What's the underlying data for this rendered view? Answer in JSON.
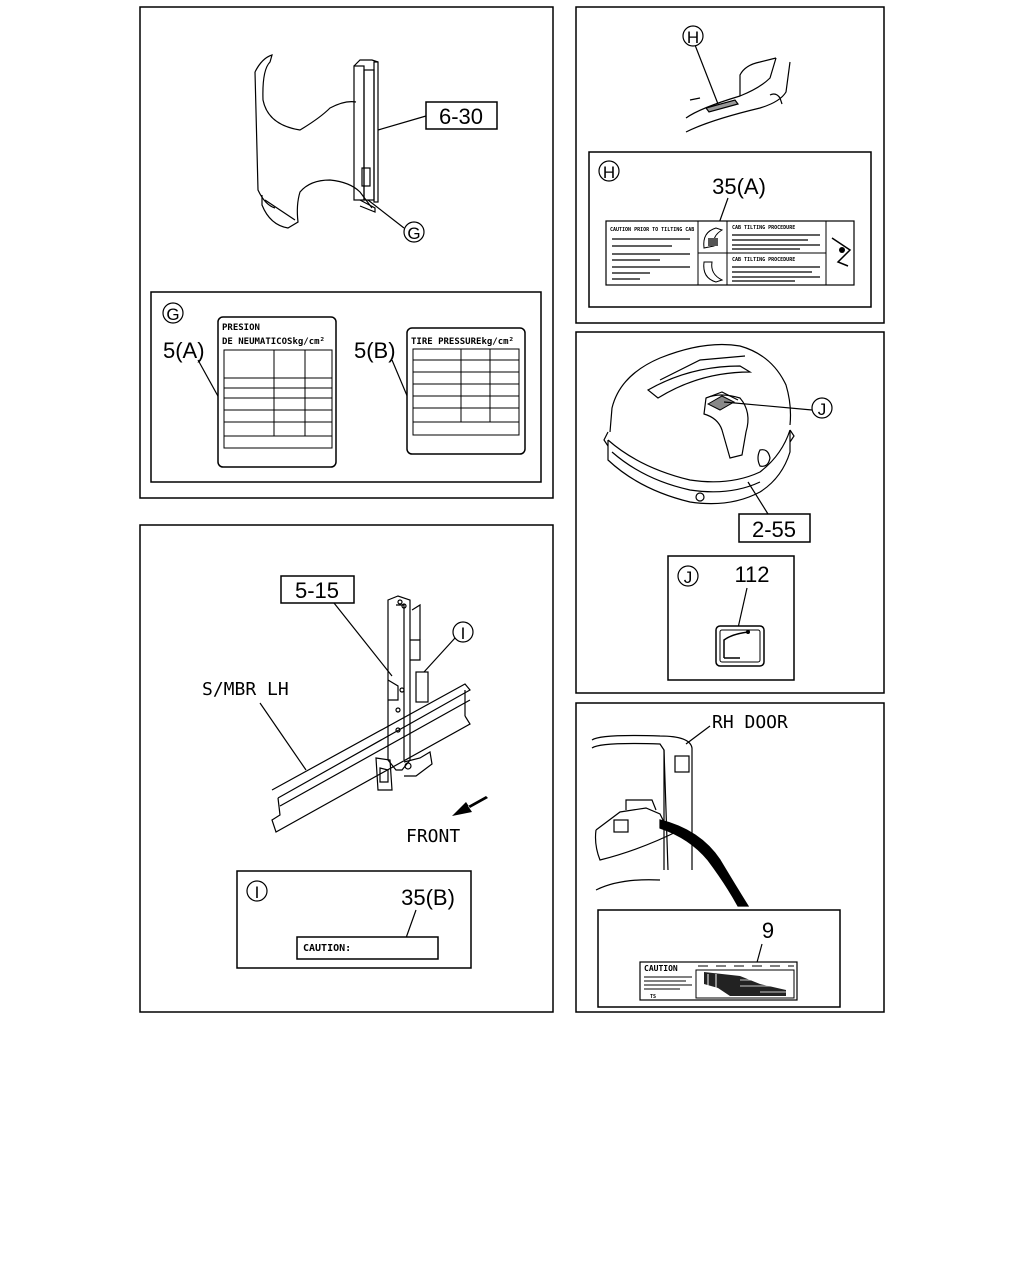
{
  "panel_g": {
    "callout_part": "6-30",
    "callout_g": "G",
    "inset_letter": "G",
    "label_a_ref": "5(A)",
    "label_a_line1": "PRESION",
    "label_a_line2": "DE NEUMATICOSkg/cm²",
    "label_b_ref": "5(B)",
    "label_b_title": "TIRE PRESSUREkg/cm²"
  },
  "panel_h": {
    "callout_h": "H",
    "inset_letter": "H",
    "label_ref": "35(A)",
    "label_left_title": "CAUTION PRIOR TO TILTING CAB",
    "label_right_title1": "CAB TILTING PROCEDURE",
    "label_right_title2": "CAB TILTING PROCEDURE"
  },
  "panel_j": {
    "callout_j": "J",
    "callout_part": "2-55",
    "inset_letter": "J",
    "label_ref": "112"
  },
  "panel_i": {
    "callout_part": "5-15",
    "callout_i": "I",
    "smbr_label": "S/MBR LH",
    "front_label": "FRONT",
    "inset_letter": "I",
    "label_ref": "35(B)",
    "caution_text": "CAUTION:"
  },
  "panel_door": {
    "door_label": "RH DOOR",
    "label_ref": "9",
    "caution_text": "CAUTION",
    "small_mark": "TS"
  }
}
